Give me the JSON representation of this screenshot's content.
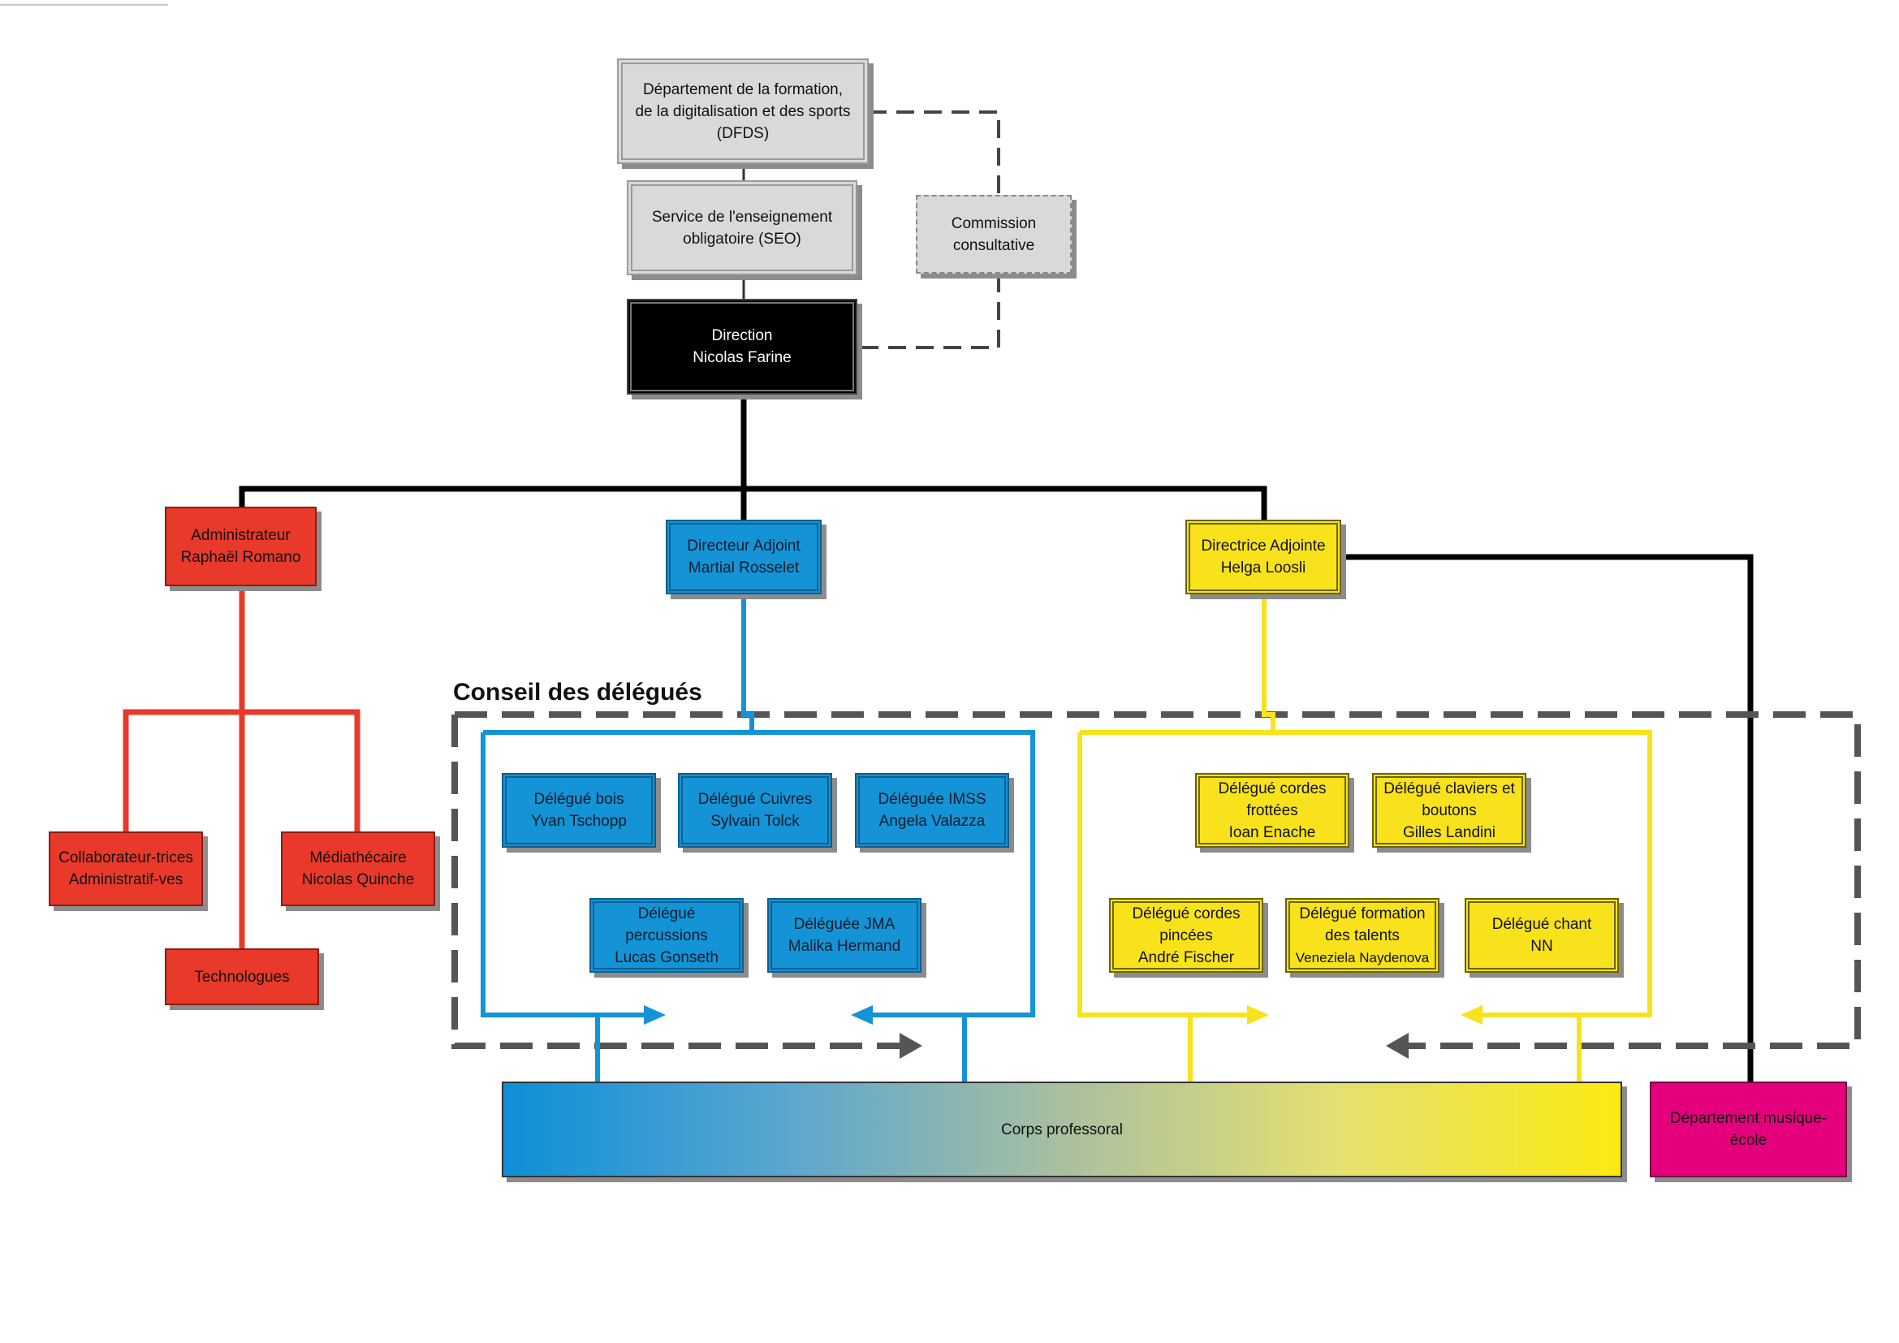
{
  "nodes": {
    "dfds": "Département de la formation,\nde la digitalisation et des sports\n(DFDS)",
    "seo": "Service de l'enseignement\nobligatoire (SEO)",
    "commission": "Commission\nconsultative",
    "direction": "Direction\nNicolas Farine",
    "administrateur": "Administrateur\nRaphaël Romano",
    "directeur_adjoint": "Directeur Adjoint\nMartial Rosselet",
    "directrice_adjointe": "Directrice Adjointe\nHelga Loosli",
    "collaborateurs": "Collaborateur-trices\nAdministratif-ves",
    "mediathecaire": "Médiathécaire\nNicolas Quinche",
    "technologues": "Technologues",
    "delegue_bois": "Délégué bois\nYvan Tschopp",
    "delegue_cuivres": "Délégué Cuivres\nSylvain Tolck",
    "deleguee_imss": "Déléguée IMSS\nAngela Valazza",
    "delegue_percussions": "Délégué\npercussions\nLucas Gonseth",
    "deleguee_jma": "Déléguée JMA\nMalika Hermand",
    "delegue_cordes_frottees": "Délégué cordes\nfrottées\nIoan Enache",
    "delegue_claviers": "Délégué claviers et\nboutons\nGilles Landini",
    "delegue_cordes_pincees": "Délégué cordes\npincées\nAndré Fischer",
    "delegue_formation_talents_title": "Délégué formation\ndes talents",
    "delegue_formation_talents_name": "Veneziela Naydenova",
    "delegue_chant": "Délégué chant\nNN",
    "corps_professoral": "Corps professoral",
    "departement_musique_ecole": "Département musique-\nécole"
  },
  "conseil_title": "Conseil des délégués",
  "colors": {
    "red": "#e8392a",
    "blue": "#1493d6",
    "yellow": "#f8e21b",
    "magenta": "#e4007c",
    "grey": "#d9d9d9",
    "black": "#000000",
    "dash_grey": "#555555"
  }
}
